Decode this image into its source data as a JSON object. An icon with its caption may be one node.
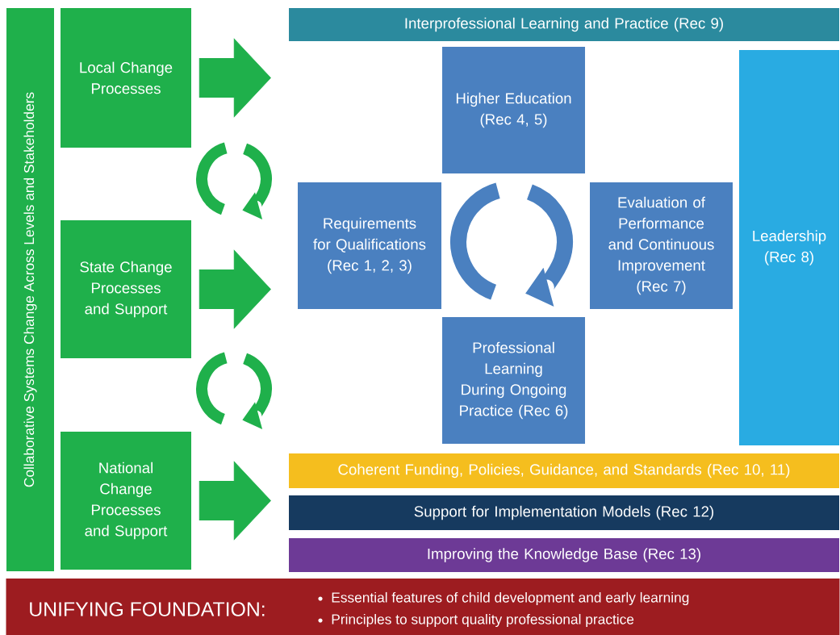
{
  "diagram": {
    "nodes": [
      {
        "text": [
          "Collaborative Systems Change Across Levels and Stakeholders"
        ]
      },
      {
        "text": [
          "Local Change Processes"
        ]
      },
      {
        "text": [
          "State Change Processes and Support"
        ]
      },
      {
        "text": [
          "National Change Processes and Support"
        ]
      },
      {
        "text": [
          "Interprofessional Learning and Practice (Rec 9)"
        ]
      },
      {
        "text": [
          "Higher Education (Rec 4, 5)"
        ]
      },
      {
        "text": [
          "Requirements for Qualifications (Rec 1, 2, 3)"
        ]
      },
      {
        "text": [
          "Evaluation of Performance and Continuous Improvement (Rec 7)"
        ]
      },
      {
        "text": [
          "Professional Learning During Ongoing Practice (Rec 6)"
        ]
      },
      {
        "text": [
          "Leadership (Rec 8)"
        ]
      },
      {
        "text": [
          "Coherent Funding, Policies, Guidance, and Standards (Rec 10, 11)"
        ]
      },
      {
        "text": [
          "Support for Implementation Models (Rec 12)"
        ]
      },
      {
        "text": [
          "Improving the Knowledge Base (Rec 13)"
        ]
      },
      {
        "text": [
          "UNIFYING FOUNDATION:",
          "Essential features of child development and early learning",
          "Principles to support quality professional practice"
        ]
      }
    ],
    "edges": [
      {
        "from": 1,
        "to": null,
        "arrow": "to"
      },
      {
        "from": 2,
        "to": null,
        "arrow": "to"
      },
      {
        "from": 3,
        "to": null,
        "arrow": "to"
      }
    ]
  }
}
